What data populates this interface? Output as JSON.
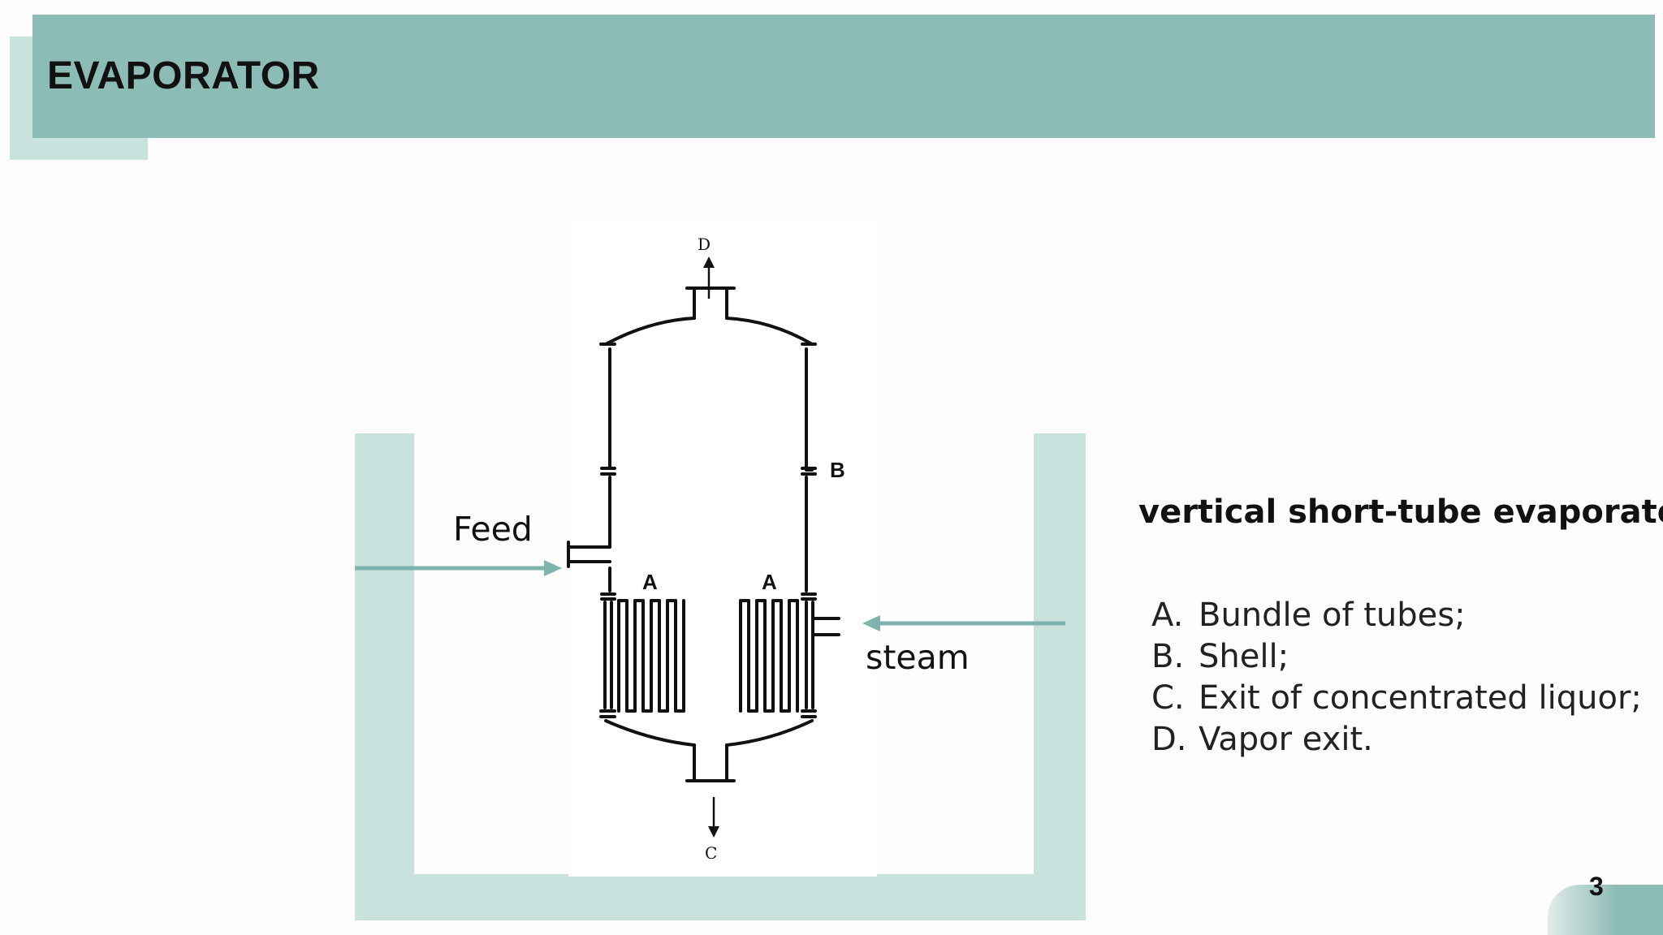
{
  "slide": {
    "title": "EVAPORATOR",
    "page_number": "3"
  },
  "diagram": {
    "labels": {
      "A": "A",
      "B": "B",
      "C": "C",
      "D": "D"
    },
    "callouts": {
      "feed": "Feed",
      "steam": "steam"
    }
  },
  "description": {
    "title": "vertical short-tube evaporator",
    "items": [
      {
        "key": "A.",
        "text": "Bundle of tubes;"
      },
      {
        "key": "B.",
        "text": "Shell;"
      },
      {
        "key": "C.",
        "text": "Exit of concentrated liquor;"
      },
      {
        "key": "D.",
        "text": "Vapor exit."
      }
    ]
  },
  "colors": {
    "title_bar": "#8dbbb5",
    "frame": "#c9e2dd",
    "arrow": "#7fb3ad"
  }
}
